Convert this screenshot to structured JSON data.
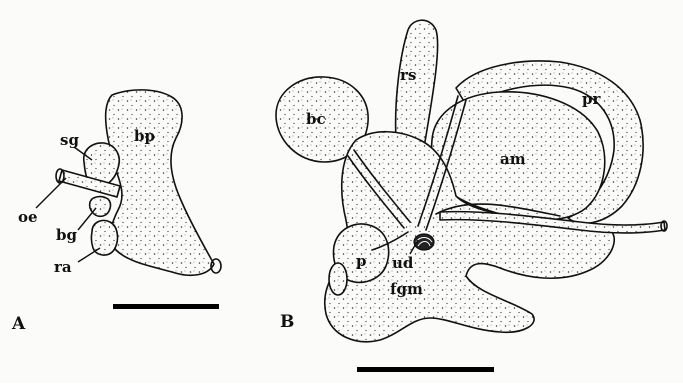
{
  "panels": [
    {
      "id": "A",
      "labels": {
        "sg": "sg",
        "bp": "bp",
        "oe": "oe",
        "bg": "bg",
        "ra": "ra"
      }
    },
    {
      "id": "B",
      "labels": {
        "bc": "bc",
        "rs": "rs",
        "pr": "pr",
        "am": "am",
        "p": "p",
        "ud": "ud",
        "fgm": "fgm"
      }
    }
  ],
  "colors": {
    "ink": "#111111",
    "background": "#fbfbfa"
  }
}
